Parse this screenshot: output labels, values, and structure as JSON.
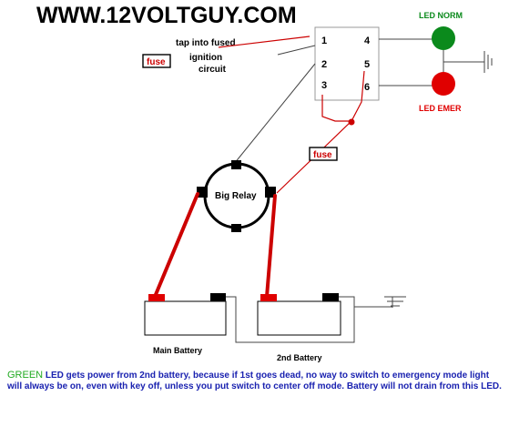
{
  "site_title": "WWW.12VOLTGUY.COM",
  "switch": {
    "pins": [
      "1",
      "2",
      "3",
      "4",
      "5",
      "6"
    ],
    "annotation_lines": [
      "tap into fused",
      "ignition",
      "circuit"
    ]
  },
  "leds": {
    "norm_label": "LED NORM",
    "norm_color": "#0b8a1c",
    "emer_label": "LED EMER",
    "emer_color": "#e00000"
  },
  "fuses": {
    "label_1": "fuse",
    "label_2": "fuse"
  },
  "relay": {
    "label": "Big Relay"
  },
  "batteries": {
    "main_label": "Main Battery",
    "second_label": "2nd Battery"
  },
  "note": {
    "lead": "GREEN",
    "text": "  LED gets power from 2nd battery, because if 1st goes dead, no way to switch to emergency mode light will always be on, even with key off, unless you put switch to center off mode. Battery will not drain from this LED."
  },
  "colors": {
    "wire_red": "#cc0000",
    "note_blue": "#1a22b0",
    "note_green": "#22aa22"
  }
}
